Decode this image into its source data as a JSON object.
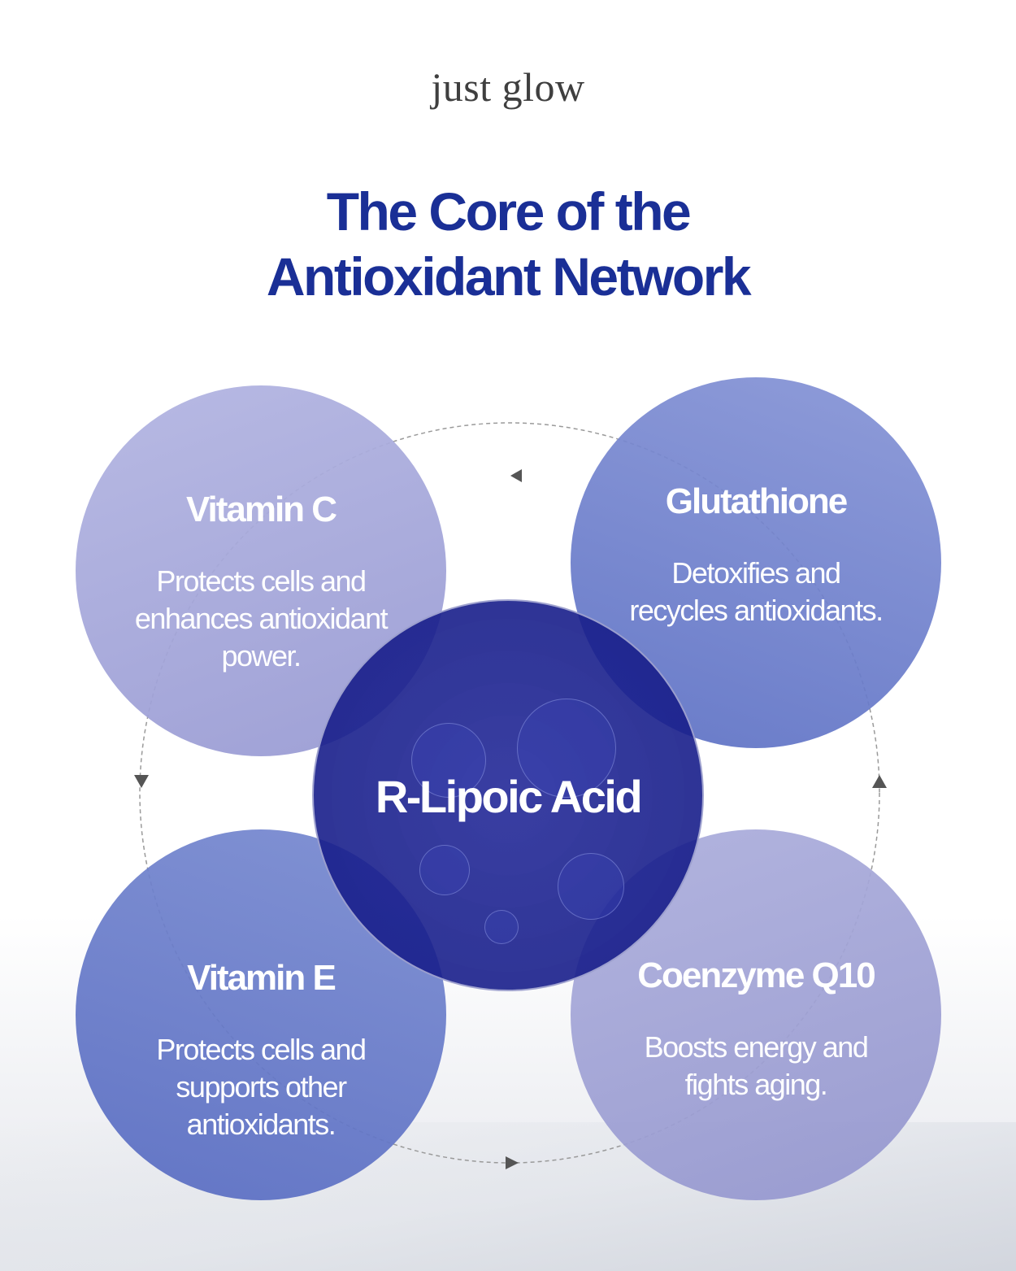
{
  "brand": {
    "logo_text": "just glow"
  },
  "title": {
    "line1": "The Core of the",
    "line2": "Antioxidant Network"
  },
  "colors": {
    "title": "#1a2f96",
    "center": "#1e2496",
    "vitamin_c": "#a8aadc",
    "glutathione": "#6f82cc",
    "vitamin_e": "#6a80ca",
    "coenzyme_q10": "#a2a4d6"
  },
  "center_node": {
    "name": "R-Lipoic Acid"
  },
  "nodes": {
    "vitamin_c": {
      "name": "Vitamin C",
      "desc": [
        "Protects cells and",
        "enhances antioxidant",
        "power."
      ]
    },
    "glutathione": {
      "name": "Glutathione",
      "desc": [
        "Detoxifies and",
        "recycles antioxidants."
      ]
    },
    "vitamin_e": {
      "name": "Vitamin E",
      "desc": [
        "Protects cells and",
        "supports other",
        "antioxidants."
      ]
    },
    "coenzyme_q10": {
      "name": "Coenzyme Q10",
      "desc": [
        "Boosts energy and",
        "fights aging."
      ]
    }
  },
  "cycle_direction": "counterclockwise"
}
